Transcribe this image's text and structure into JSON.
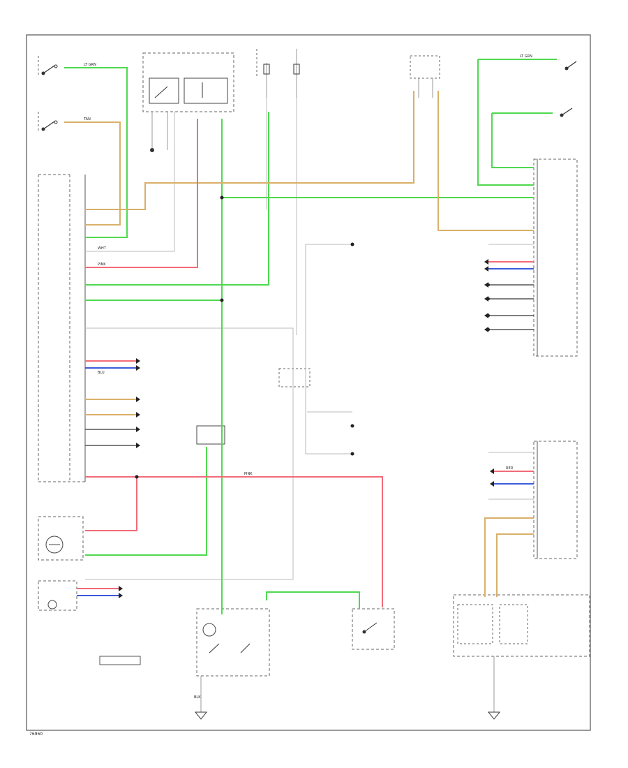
{
  "colors": {
    "green": "#4fd94f",
    "tan": "#d9b06a",
    "pink": "#f26b78",
    "blue": "#3a5bd9",
    "frame": "#555555",
    "gray_wire": "#b8b8b8"
  },
  "wire_labels": {
    "green": "LT GRN",
    "tan": "TAN",
    "pink": "PINK",
    "white": "WHT",
    "black": "BLK",
    "blue": "BLU",
    "red": "RED"
  },
  "diagram_id": "76960"
}
